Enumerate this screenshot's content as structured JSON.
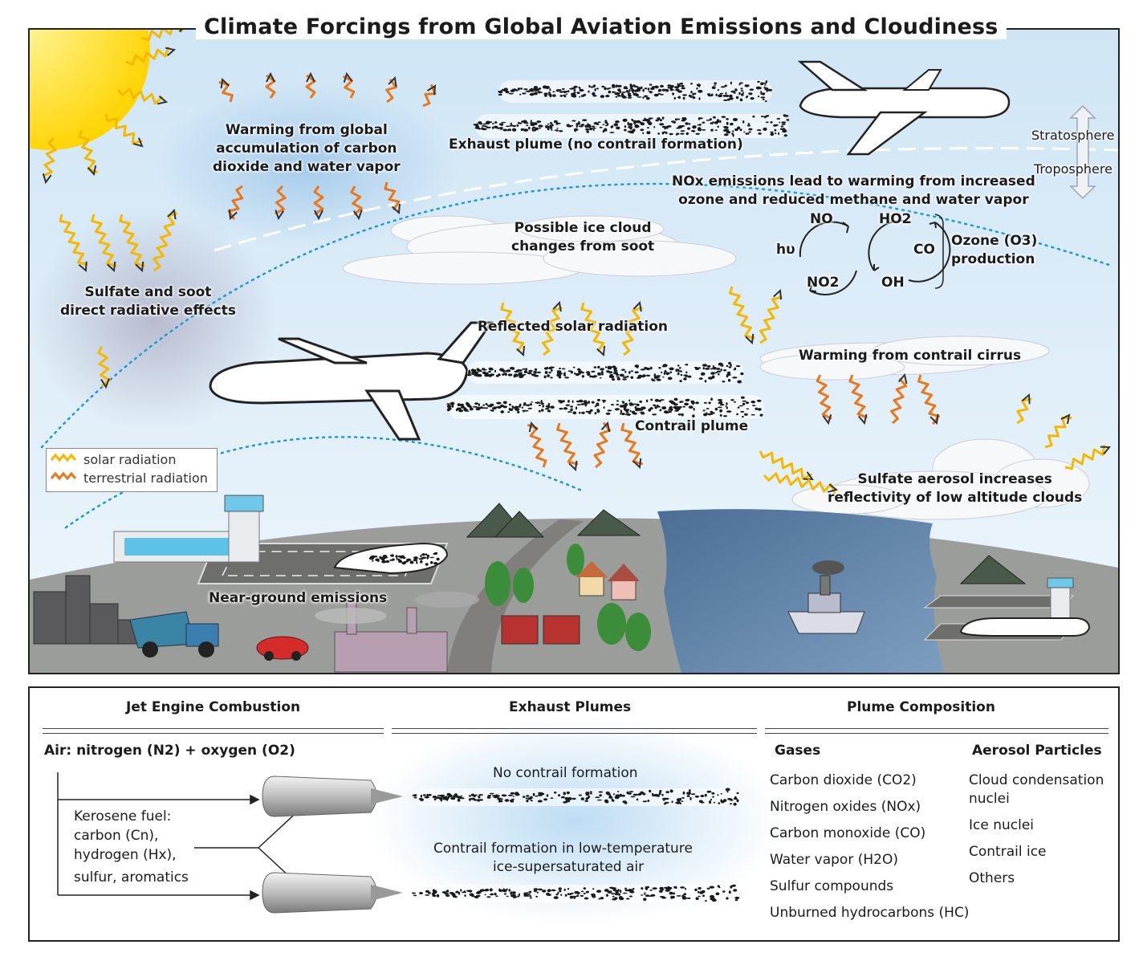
{
  "title": "Climate Forcings from Global Aviation Emissions and Cloudiness",
  "labels": {
    "warming_co2": "Warming from global\naccumulation of carbon\ndioxide and water vapor",
    "exhaust_no_contrail": "Exhaust plume (no contrail formation)",
    "stratosphere": "Stratosphere",
    "troposphere": "Troposphere",
    "nox_emissions": "NOx emissions lead to warming from increased\nozone and reduced methane and water vapor",
    "ice_cloud": "Possible ice cloud\nchanges from soot",
    "sulfate_soot": "Sulfate and soot\ndirect radiative effects",
    "reflected_solar": "Reflected solar radiation",
    "contrail_cirrus": "Warming from contrail cirrus",
    "contrail_plume": "Contrail plume",
    "sulfate_aerosol": "Sulfate aerosol increases\nreflectivity of low altitude clouds",
    "near_ground": "Near-ground emissions"
  },
  "ozone_cycle": {
    "no": "NO",
    "no2": "NO2",
    "hv": "hυ",
    "ho2": "HO2",
    "co": "CO",
    "oh": "OH",
    "production": "Ozone (O3)\nproduction"
  },
  "legend": {
    "solar": "solar radiation",
    "terrestrial": "terrestrial radiation"
  },
  "colors": {
    "sky_top": "#cfe5f5",
    "sky_bottom": "#eef6fc",
    "solar_ray": "#f5b800",
    "terrestrial_ray": "#e8781a",
    "dotted_path": "#1a9ad6",
    "ground": "#9b9d9a",
    "water": "#5a7fa6",
    "sun": "#ffd400"
  },
  "bottom": {
    "col1_head": "Jet Engine Combustion",
    "col2_head": "Exhaust Plumes",
    "col3_head": "Plume Composition",
    "air": "Air: nitrogen (N2) + oxygen (O2)",
    "kerosene": [
      "Kerosene fuel:",
      "carbon (Cn),",
      "hydrogen (Hx),",
      "sulfur, aromatics"
    ],
    "no_contrail": "No contrail formation",
    "contrail_formation": [
      "Contrail formation in low-temperature",
      "ice-supersaturated air"
    ],
    "gases_head": "Gases",
    "aerosol_head": "Aerosol Particles",
    "gases": [
      "Carbon dioxide (CO2)",
      "Nitrogen oxides (NOx)",
      "Carbon monoxide (CO)",
      "Water vapor (H2O)",
      "Sulfur compounds",
      "Unburned hydrocarbons (HC)"
    ],
    "aerosols": [
      "Cloud condensation\nnuclei",
      "Ice nuclei",
      "Contrail ice",
      "Others"
    ]
  }
}
